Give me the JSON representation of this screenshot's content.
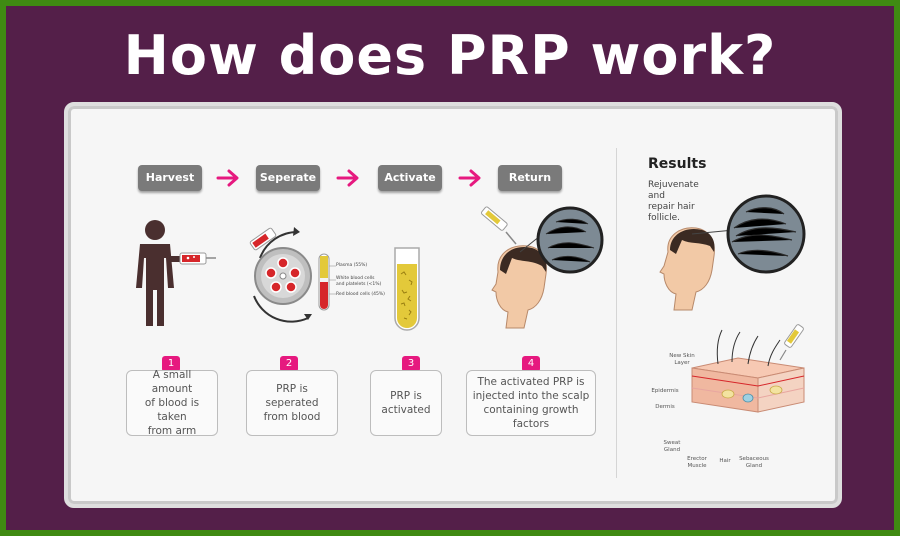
{
  "title": "How does PRP work?",
  "steps": [
    {
      "label": "Harvest",
      "number": "1",
      "description": [
        "A small amount",
        "of blood is taken",
        "from arm"
      ]
    },
    {
      "label": "Seperate",
      "number": "2",
      "description": [
        "PRP is",
        "seperated",
        "from blood"
      ]
    },
    {
      "label": "Activate",
      "number": "3",
      "description": [
        "PRP is",
        "activated"
      ]
    },
    {
      "label": "Return",
      "number": "4",
      "description": [
        "The activated PRP is",
        "injected into the scalp",
        "containing growth factors"
      ]
    }
  ],
  "tube_labels": [
    "Plasma (55%)",
    "White blood cells and platelets (<1%)",
    "Red blood cells (45%)"
  ],
  "results": {
    "title": "Results",
    "subtitle": [
      "Rejuvenate and",
      "repair hair",
      "follicle."
    ]
  },
  "skin_labels": {
    "new_skin_layer": [
      "New Skin",
      "Layer"
    ],
    "epidermis": "Epidermis",
    "dermis": "Dermis",
    "sweat_gland": [
      "Sweat",
      "Gland"
    ],
    "erector_muscle": [
      "Erector",
      "Muscle"
    ],
    "hair": "Hair",
    "sebaceous_gland": [
      "Sebaceous",
      "Gland"
    ]
  },
  "colors": {
    "accent": "#e6197f",
    "frame": "#541f49",
    "border": "#3f8a12",
    "button": "#7a7a7a",
    "plasma": "#e3c93a"
  }
}
